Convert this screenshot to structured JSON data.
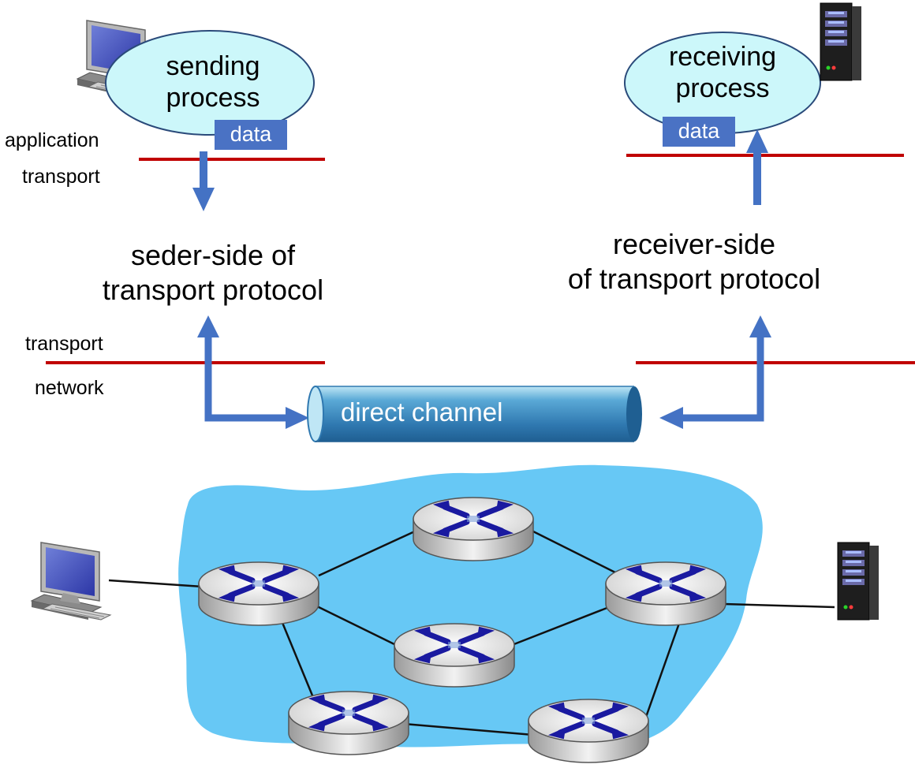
{
  "sender": {
    "process_line1": "sending",
    "process_line2": "process",
    "data_label": "data",
    "layer_upper_top": "application",
    "layer_upper_bottom": "transport",
    "protocol_line1": "seder-side of",
    "protocol_line2": "transport protocol",
    "layer_lower_top": "transport",
    "layer_lower_bottom": "network"
  },
  "receiver": {
    "process_line1": "receiving",
    "process_line2": "process",
    "data_label": "data",
    "protocol_line1": "receiver-side",
    "protocol_line2": "of transport protocol"
  },
  "channel": {
    "label": "direct channel"
  },
  "colors": {
    "layer_line": "#c00000",
    "arrow": "#4472c4",
    "process_bubble": "#ccf7fa",
    "cloud": "#67c8f5",
    "router_cross": "#1a1aa0",
    "channel": "#3b8cc4"
  },
  "icons": [
    "desktop-computer-icon",
    "server-icon",
    "router-icon"
  ]
}
